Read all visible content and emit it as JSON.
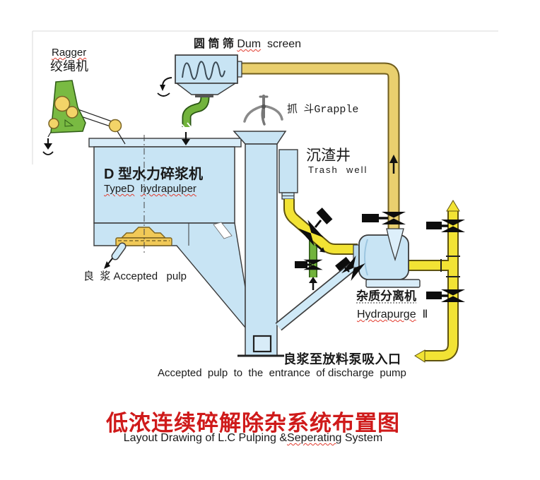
{
  "labels": {
    "ragger_en": "Ragger",
    "ragger_zh": "绞绳机",
    "drum_zh": "圆 筒 筛 ",
    "drum_en_misspell": "Dum",
    "drum_en_rest": "  screen",
    "grapple_zh": "抓  斗",
    "grapple_en": "Grapple",
    "trash_zh": "沉渣井",
    "trash_en": "Trash  well",
    "pulper_zh": "D 型水力碎浆机",
    "pulper_en_1": "TypeD",
    "pulper_en_gap": "  ",
    "pulper_en_2": "hydrapulper",
    "accepted_zh": "良  浆 ",
    "accepted_en": "Accepted   pulp",
    "separator_zh": "杂质分离机",
    "separator_en": "Hydrapurge",
    "separator_roman": "  Ⅱ",
    "discharge_zh": "良浆至放料泵吸入口",
    "discharge_en": "Accepted  pulp  to  the  entrance  of discharge  pump"
  },
  "title": {
    "zh": "低浓连续碎解除杂系统布置图",
    "en_pre": "Layout Drawing of L.C Pulping &",
    "en_misspell": "Seperating",
    "en_post": " System"
  },
  "colors": {
    "machine_fill": "#c8e4f4",
    "machine_fill_light": "#d8ecf8",
    "machine_stroke": "#3a3a3a",
    "pipe_yellow": "#f2e334",
    "pipe_gold": "#e9cf6e",
    "pipe_green": "#72b33c",
    "pipe_blue": "#cfe9f7",
    "ragger_green": "#79ba42",
    "pulley_yellow": "#f3d468",
    "rotor_yellow": "#f1c957",
    "valve_black": "#0d0d0d",
    "title_red": "#cf1a1a",
    "spellcheck_red": "#e23b2e"
  }
}
